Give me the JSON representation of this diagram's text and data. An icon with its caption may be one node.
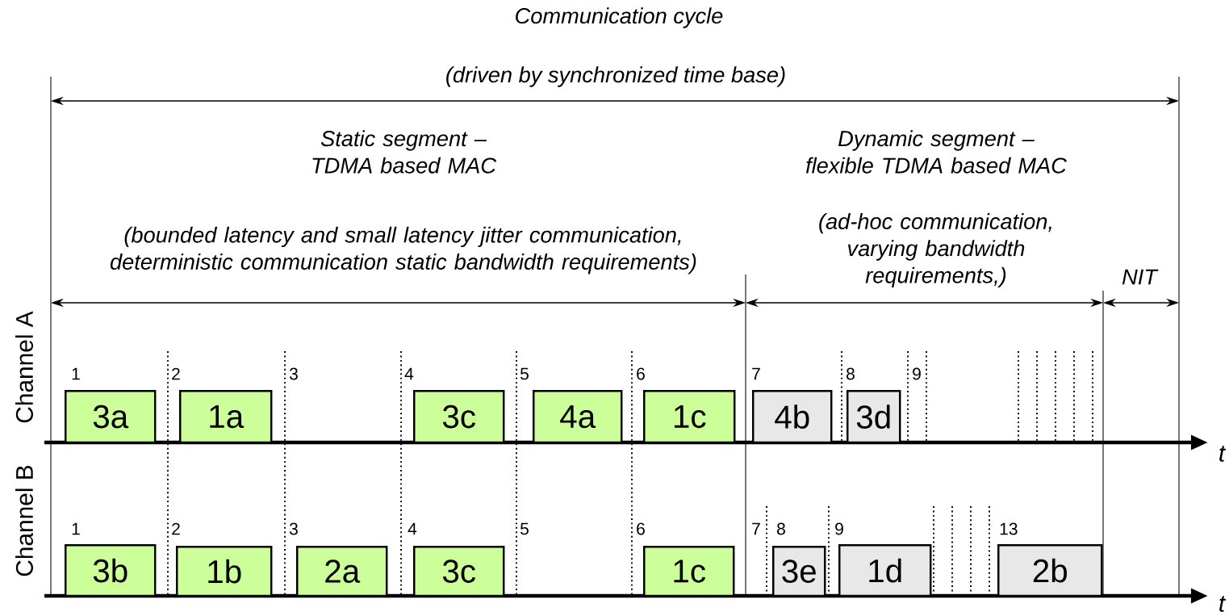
{
  "diagram": {
    "title": "Communication cycle",
    "nodes": [
      {
        "text": [
          "3a"
        ]
      },
      {
        "text": [
          "1a"
        ]
      },
      {
        "text": [
          "3c"
        ]
      },
      {
        "text": [
          "4a"
        ]
      },
      {
        "text": [
          "1c"
        ]
      },
      {
        "text": [
          "4b"
        ]
      },
      {
        "text": [
          "3d"
        ]
      },
      {
        "text": [
          "3b"
        ]
      },
      {
        "text": [
          "1b"
        ]
      },
      {
        "text": [
          "2a"
        ]
      },
      {
        "text": [
          "3c"
        ]
      },
      {
        "text": [
          "1c"
        ]
      },
      {
        "text": [
          "3e"
        ]
      },
      {
        "text": [
          "1d"
        ]
      },
      {
        "text": [
          "2b"
        ]
      }
    ],
    "labels": [
      "(driven by synchronized time base)",
      "Static segment – TDMA based MAC",
      "Dynamic segment – flexible TDMA based MAC",
      "(bounded latency and small latency jitter communication, deterministic communication static bandwidth requirements)",
      "(ad-hoc communication, varying bandwidth requirements,)",
      "NIT",
      "Channel A",
      "1",
      "2",
      "3",
      "4",
      "5",
      "6",
      "7",
      "8",
      "9",
      "t",
      "Channel B",
      "1",
      "2",
      "3",
      "4",
      "5",
      "6",
      "7",
      "8",
      "9",
      "13",
      "t"
    ]
  }
}
